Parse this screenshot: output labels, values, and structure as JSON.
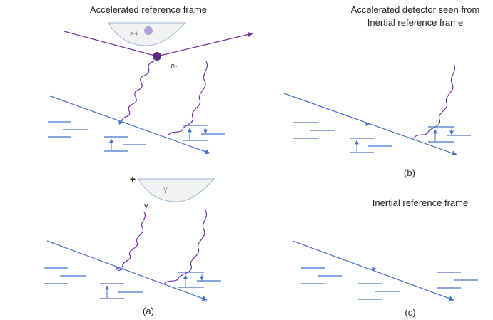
{
  "titles": {
    "accelerated_frame": "Accelerated reference frame",
    "detector_line1": "Accelerated detector seen from",
    "detector_line2": "Inertial reference frame",
    "inertial_frame": "Inertial reference frame"
  },
  "labels": {
    "positron": "e+",
    "electron": "e-",
    "gamma": "γ",
    "gamma_in_bowl": "γ",
    "plus": "+"
  },
  "panel_labels": {
    "a": "(a)",
    "b": "(b)",
    "c": "(c)"
  },
  "colors": {
    "line_blue": "#4472c4",
    "purple": "#7030a0",
    "dark_purple": "#5a2a82",
    "positron_fill": "#b39ddb",
    "bowl_fill": "#f2f2f2",
    "bowl_stroke": "#9fb3d9",
    "text": "#222222",
    "gamma_gray": "#999999"
  }
}
